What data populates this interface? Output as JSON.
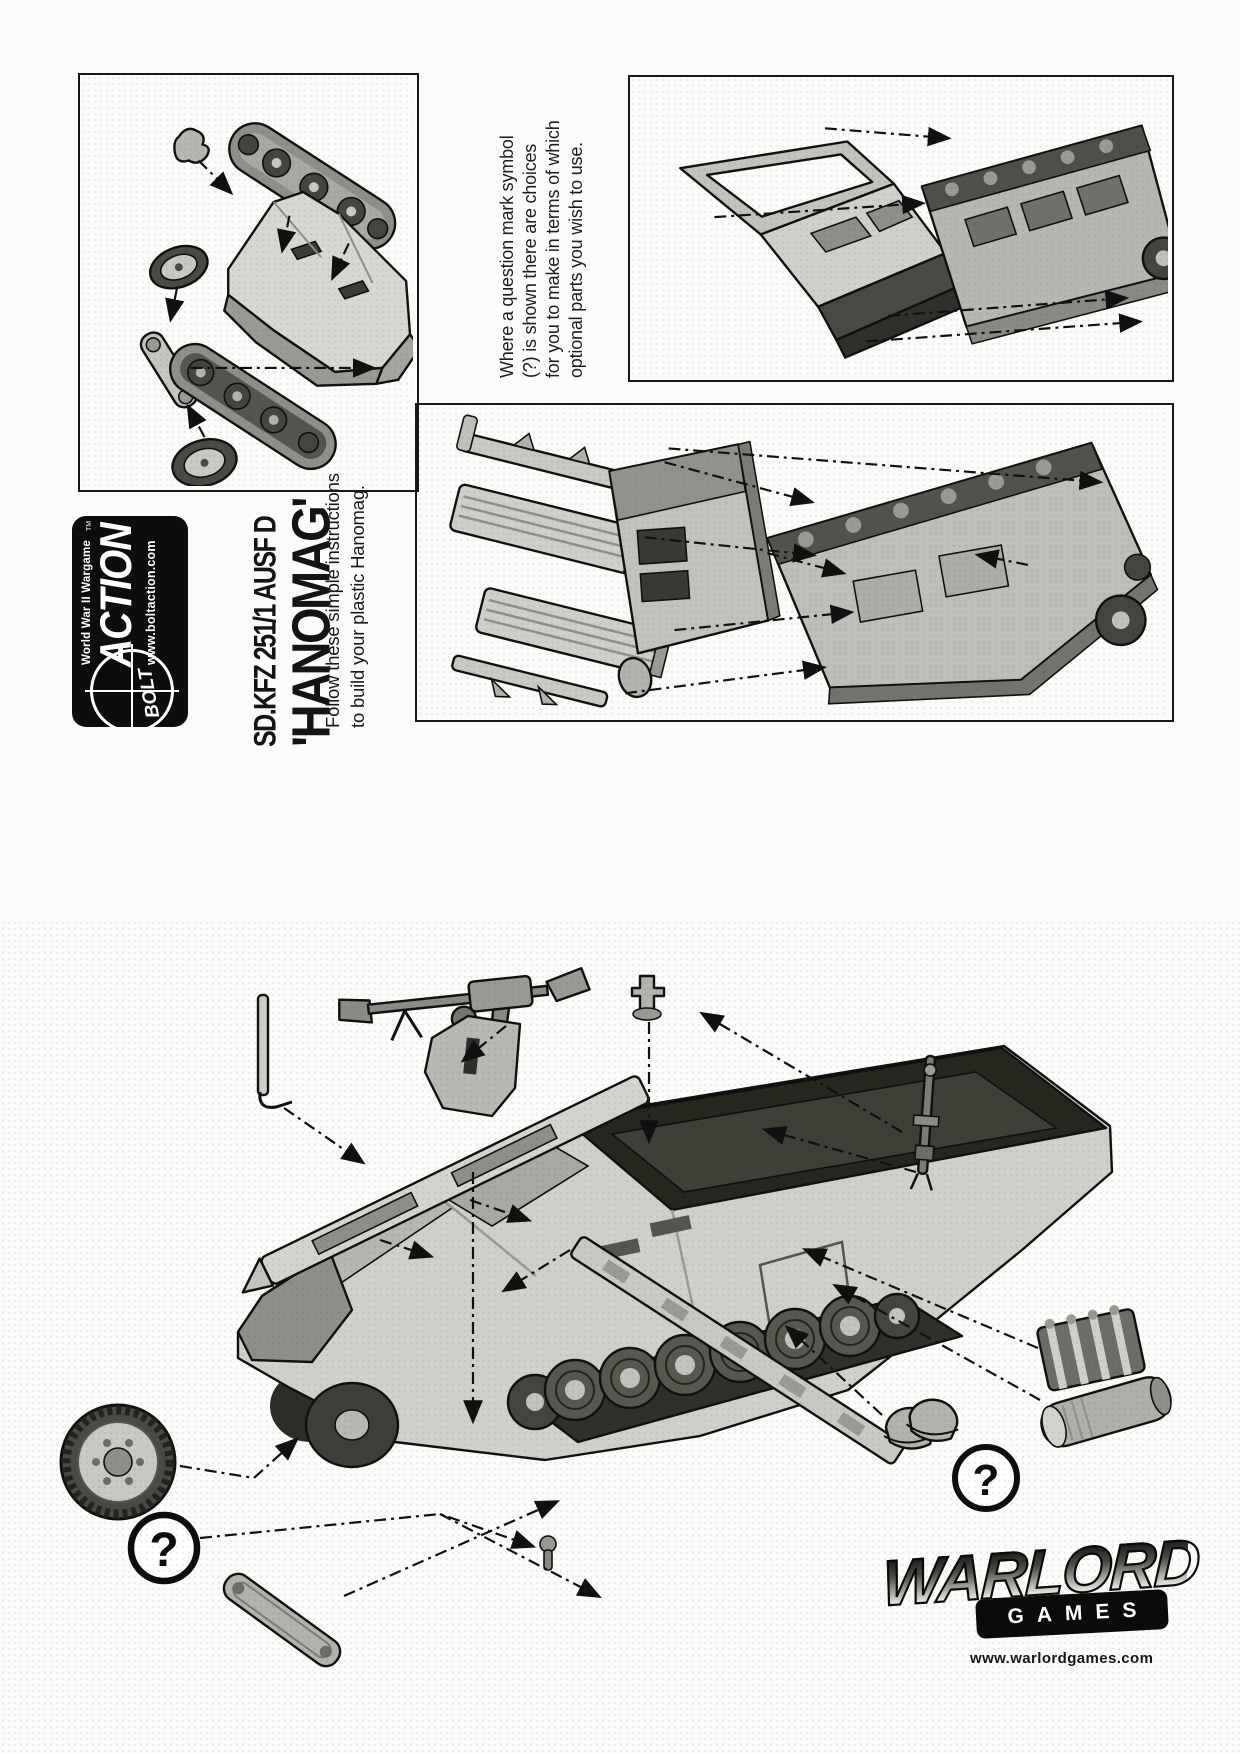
{
  "branding": {
    "bolt_action": {
      "top_line": "World War II Wargame",
      "circle_word": "BOLT",
      "main_word": "ACTION",
      "trademark": "TM",
      "website": "www.boltaction.com"
    },
    "warlord": {
      "name": "WARLORD",
      "sub_name": "GAMES",
      "website": "www.warlordgames.com"
    }
  },
  "kit": {
    "title_line1": "SD.KFZ 251/1 AUSF D",
    "title_line2": "'HANOMAG'",
    "tagline_line1": "Follow these simple instructions",
    "tagline_line2": "to build your plastic Hanomag."
  },
  "note": {
    "line1": "Where a question mark symbol",
    "line2": "(?) is shown there are choices",
    "line3": "for you to make in terms of which",
    "line4": "optional parts you wish to use.",
    "question_symbol": "?"
  },
  "colors": {
    "ink": "#101010",
    "paper": "#fbfbf9",
    "part_light": "#d2d2cc",
    "part_mid": "#b3b3ad",
    "part_dark": "#6d6d67",
    "part_darkest": "#3a3a35"
  }
}
